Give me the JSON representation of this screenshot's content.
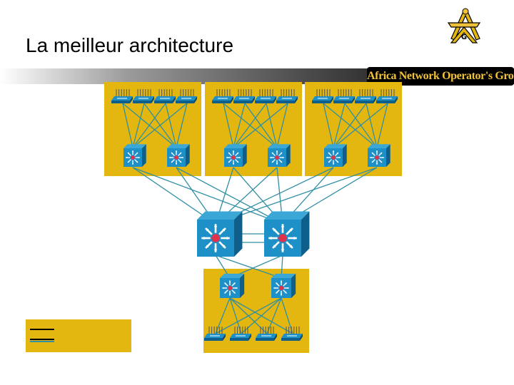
{
  "title": "La meilleur architecture",
  "banner": {
    "text": "Africa Network Operator's Group"
  },
  "colors": {
    "zone": "#e3b70f",
    "device_face": "#1e90c8",
    "device_side": "#0f5f8c",
    "link": "#2f8fa4",
    "banner_text": "#f0c23c"
  },
  "icons": {
    "logo": "square-and-compass-icon",
    "access": "workgroup-switch-icon",
    "distribution": "layer3-switch-icon",
    "core": "layer3-switch-icon"
  },
  "topology": {
    "access_switches": 16,
    "distribution_switches": 8,
    "core_switches": 2
  }
}
